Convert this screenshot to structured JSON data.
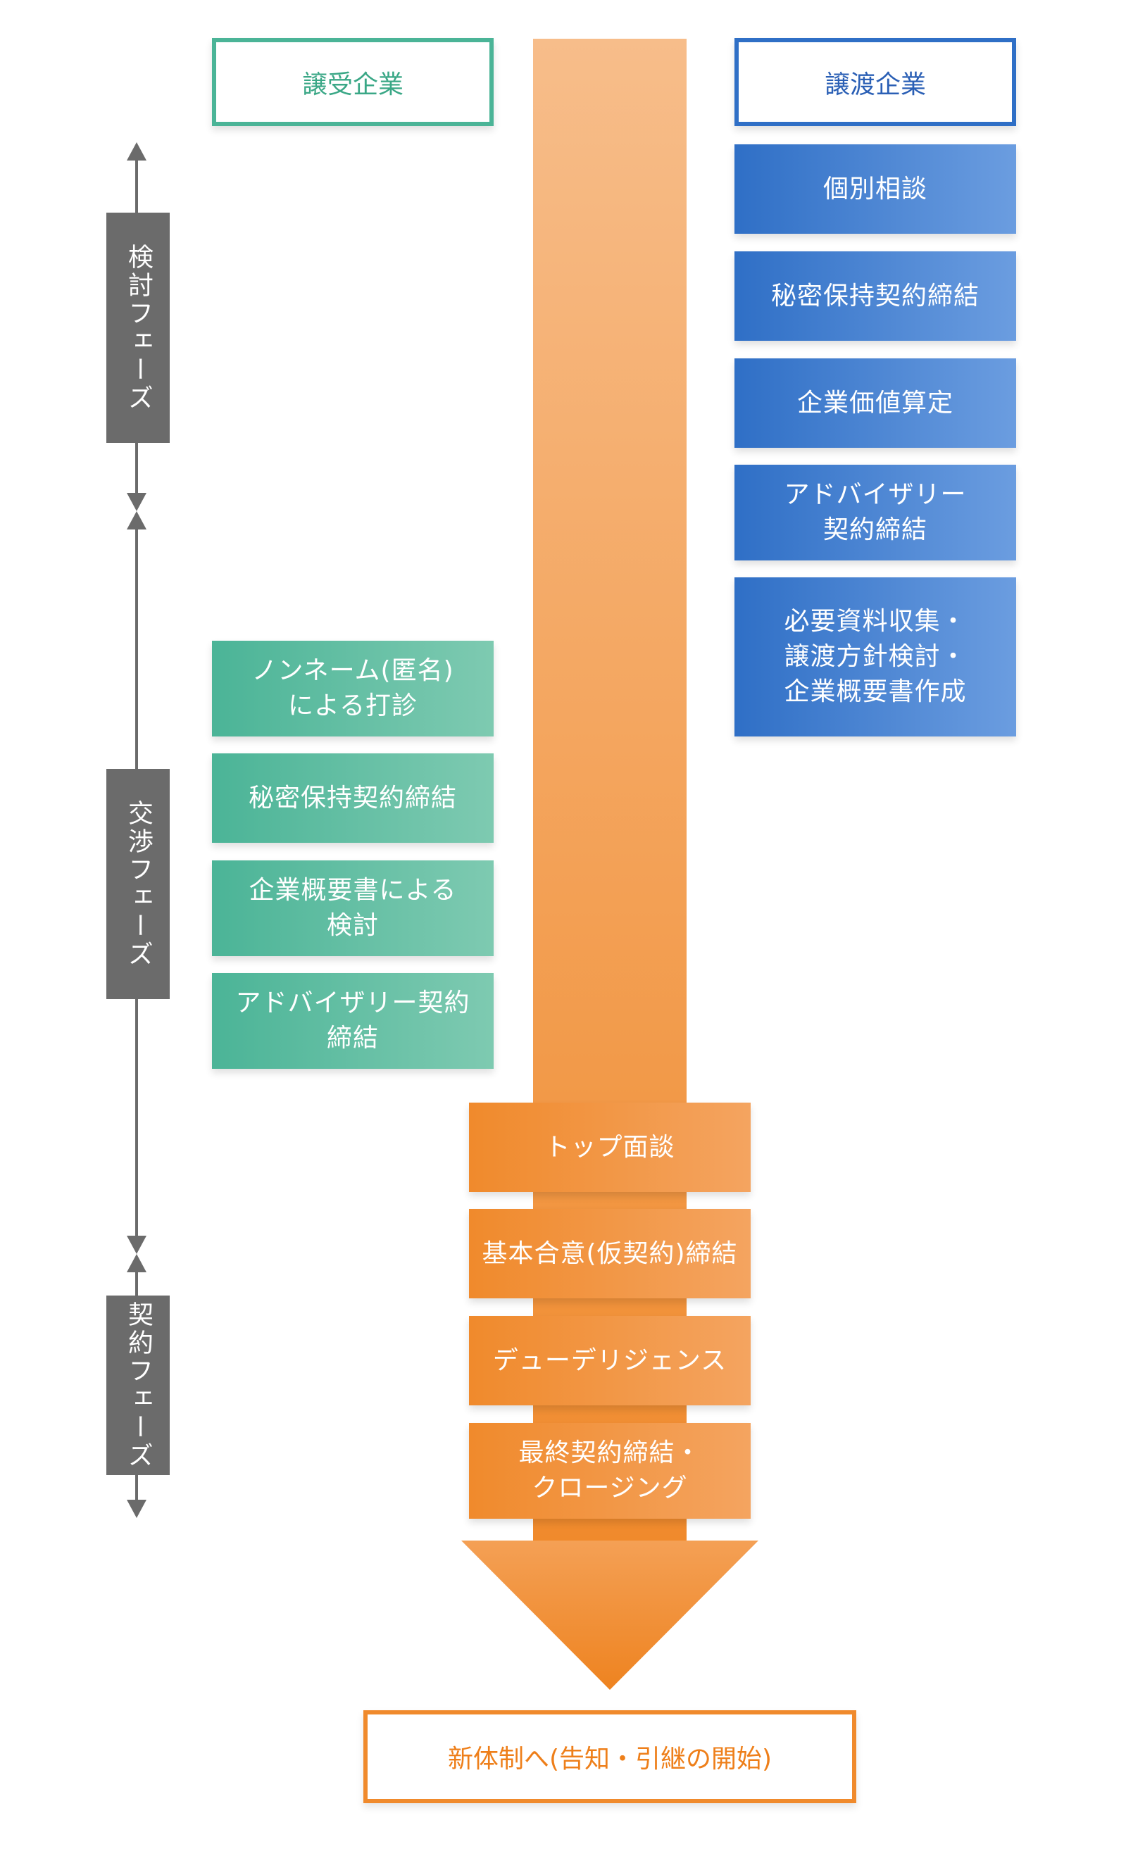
{
  "headers": {
    "acquirer": "譲受企業",
    "seller": "譲渡企業"
  },
  "phases": [
    {
      "label": "検討フェーズ"
    },
    {
      "label": "交渉フェーズ"
    },
    {
      "label": "契約フェーズ"
    }
  ],
  "acquirer_steps": [
    "ノンネーム(匿名)\nによる打診",
    "秘密保持契約締結",
    "企業概要書による\n検討",
    "アドバイザリー契約\n締結"
  ],
  "seller_steps": [
    "個別相談",
    "秘密保持契約締結",
    "企業価値算定",
    "アドバイザリー\n契約締結",
    "必要資料収集・\n譲渡方針検討・\n企業概要書作成"
  ],
  "joint_steps": [
    "トップ面談",
    "基本合意(仮契約)締結",
    "デューデリジェンス",
    "最終契約締結・\nクロージング"
  ],
  "final": "新体制へ(告知・引継の開始)",
  "colors": {
    "green": "#4bb497",
    "blue": "#2f6fc6",
    "orange": "#f08a2c",
    "gray": "#6b6b6b"
  }
}
